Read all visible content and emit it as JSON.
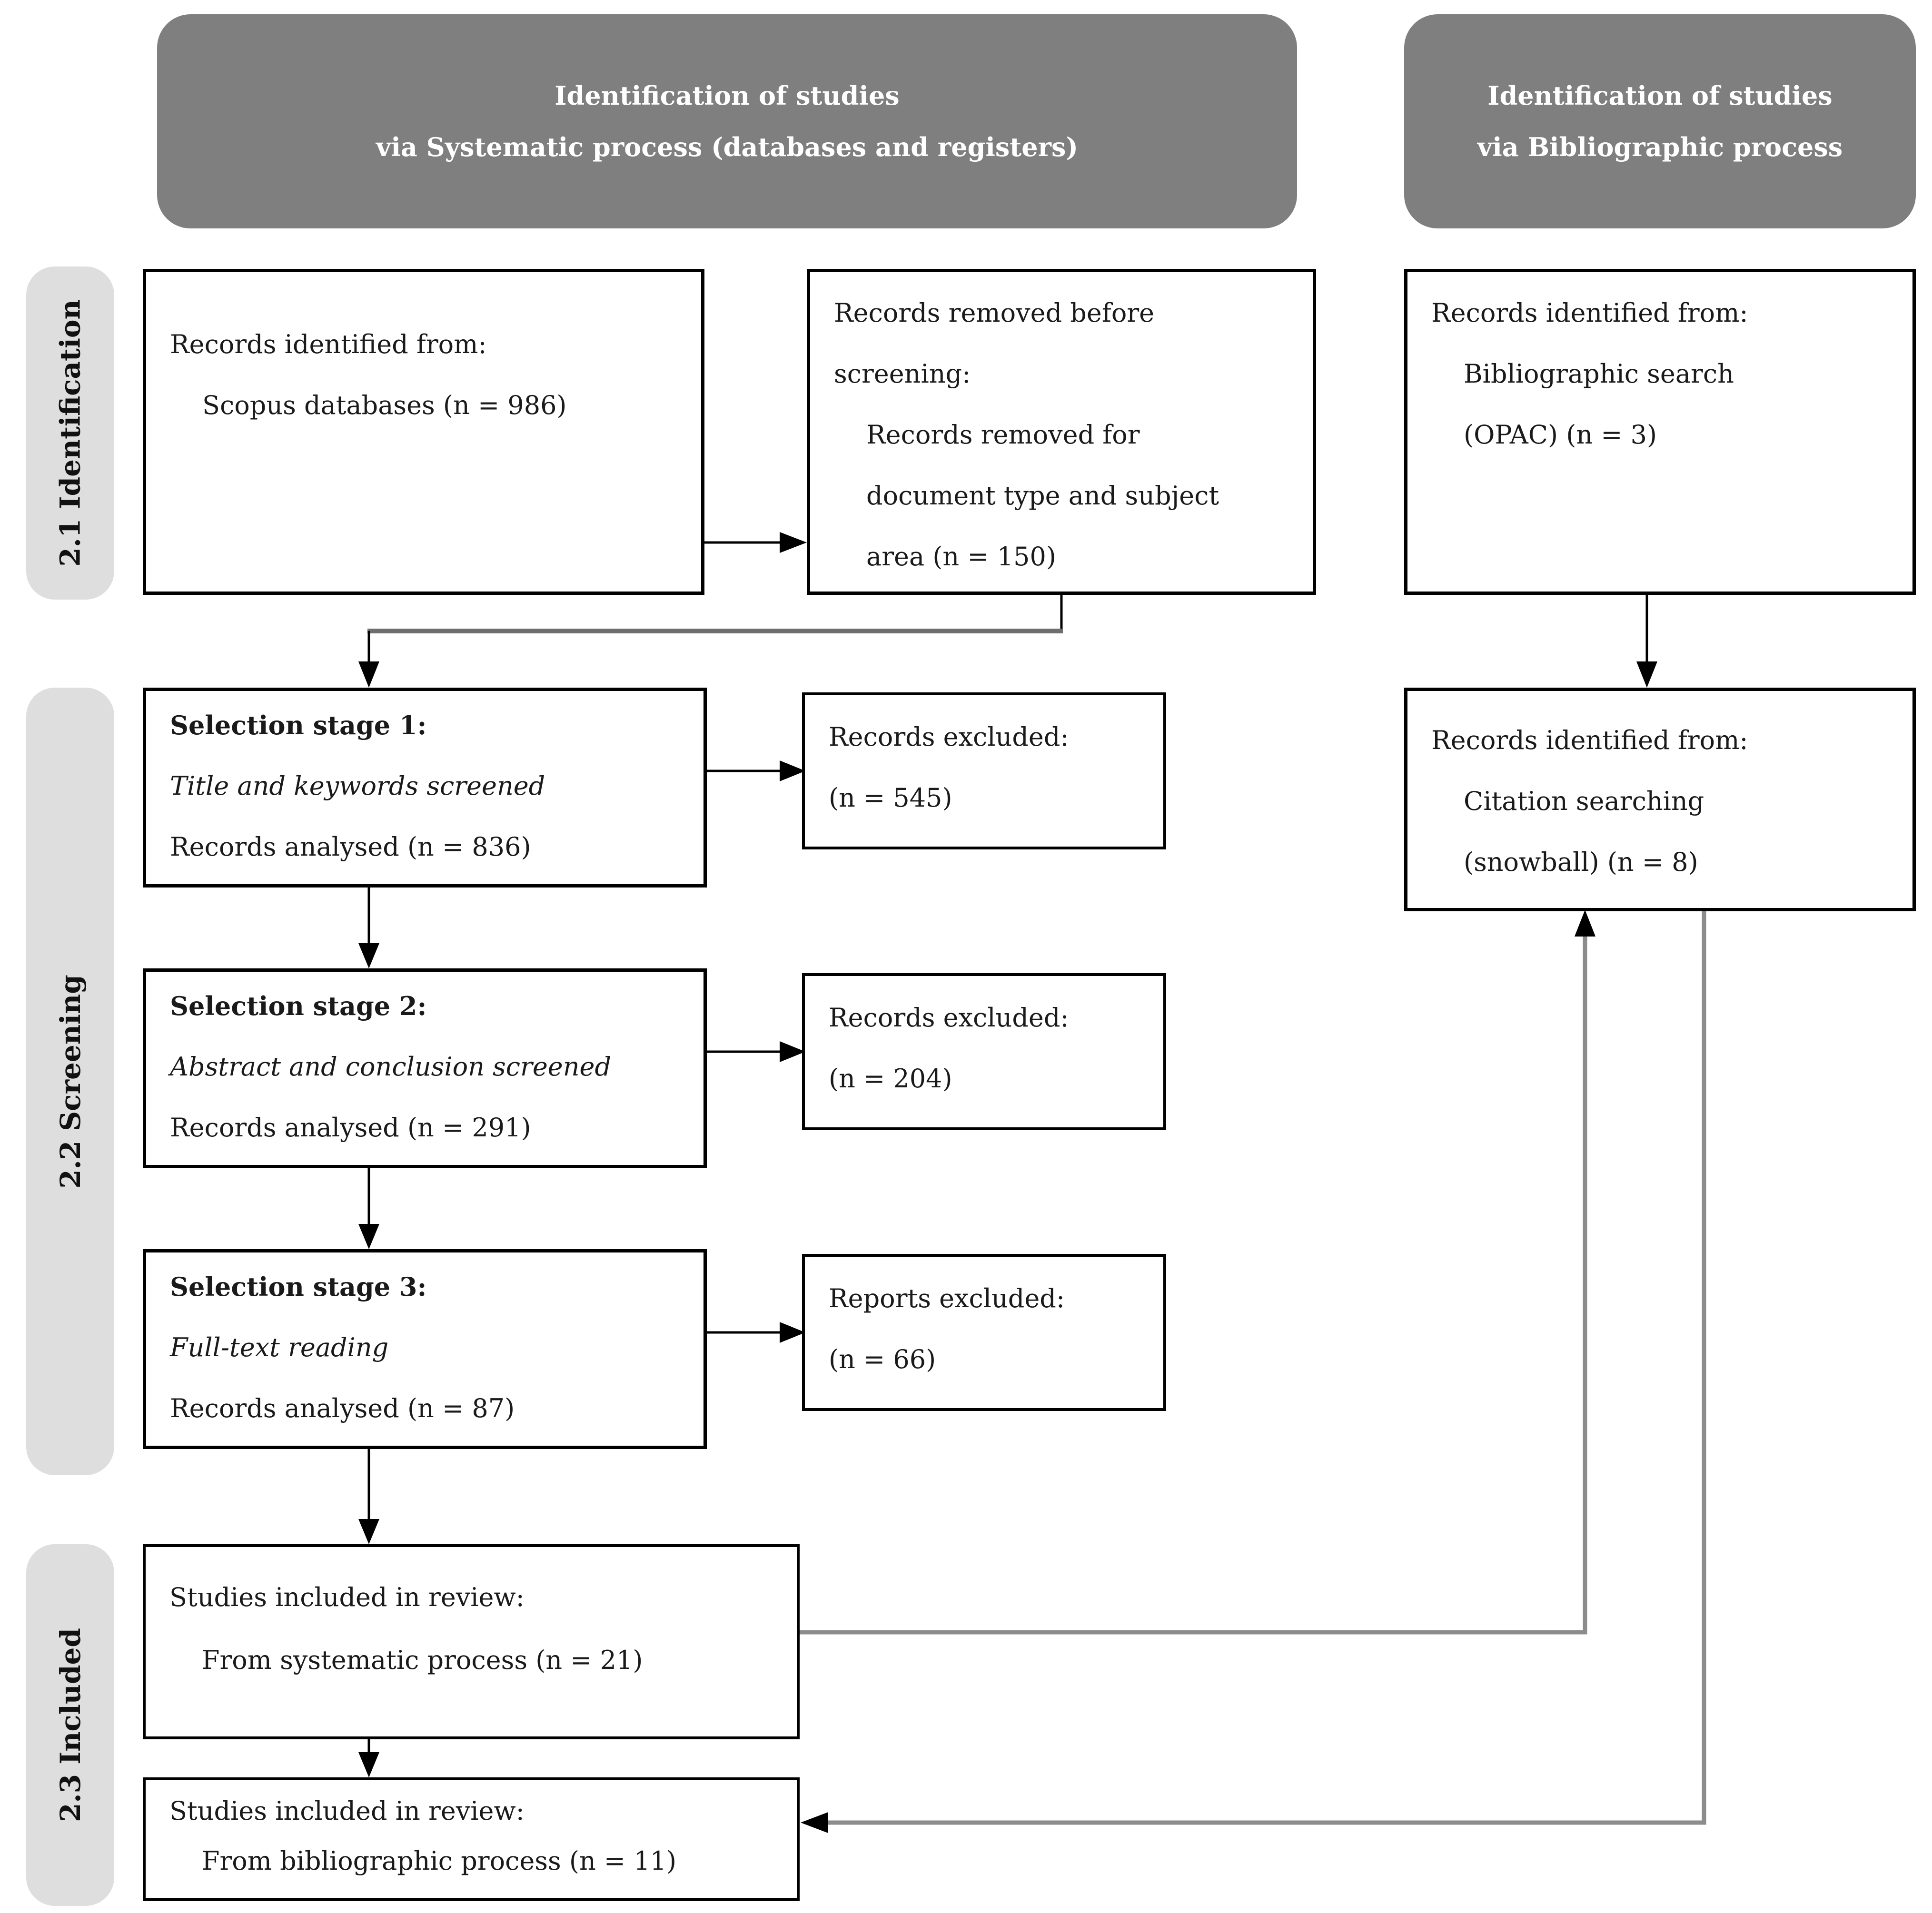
{
  "sections": [
    {
      "label": "2.1 Identification"
    },
    {
      "label": "2.2 Screening"
    },
    {
      "label": "2.3 Included"
    }
  ],
  "headers": [
    {
      "line1": "Identification of studies",
      "line2": "via Systematic process (databases and registers)"
    },
    {
      "line1": "Identification of studies",
      "line2": "via Bibliographic process"
    }
  ],
  "boxes": {
    "scopus": [
      "Records identified from:",
      "Scopus databases (n = 986)"
    ],
    "removed": [
      "Records removed before",
      "screening:",
      "Records removed for",
      "document type and subject",
      "area (n = 150)"
    ],
    "opac": [
      "Records identified from:",
      "Bibliographic search",
      "(OPAC) (n = 3)"
    ],
    "stage1": [
      "Selection stage 1:",
      "Title and keywords screened",
      "Records analysed (n = 836)"
    ],
    "excluded1": [
      "Records excluded:",
      "(n = 545)"
    ],
    "snowball": [
      "Records identified from:",
      "Citation searching",
      "(snowball) (n = 8)"
    ],
    "stage2": [
      "Selection stage 2:",
      "Abstract and conclusion screened",
      "Records analysed (n = 291)"
    ],
    "excluded2": [
      "Records excluded:",
      "(n = 204)"
    ],
    "stage3": [
      "Selection stage 3:",
      "Full-text reading",
      "Records analysed (n = 87)"
    ],
    "excluded3": [
      "Reports excluded:",
      "(n = 66)"
    ],
    "included_systematic": [
      "Studies included in review:",
      "From systematic process (n = 21)"
    ],
    "included_bibliographic": [
      "Studies included in review:",
      "From bibliographic process (n = 11)"
    ]
  },
  "colors": {
    "header_bg": "#7f7f7f",
    "header_text": "#ffffff",
    "section_label_bg": "#dedede",
    "box_border": "#000000",
    "text": "#1a1a1a",
    "connector_gray": "#8c8c8c",
    "arrow_black": "#000000"
  }
}
